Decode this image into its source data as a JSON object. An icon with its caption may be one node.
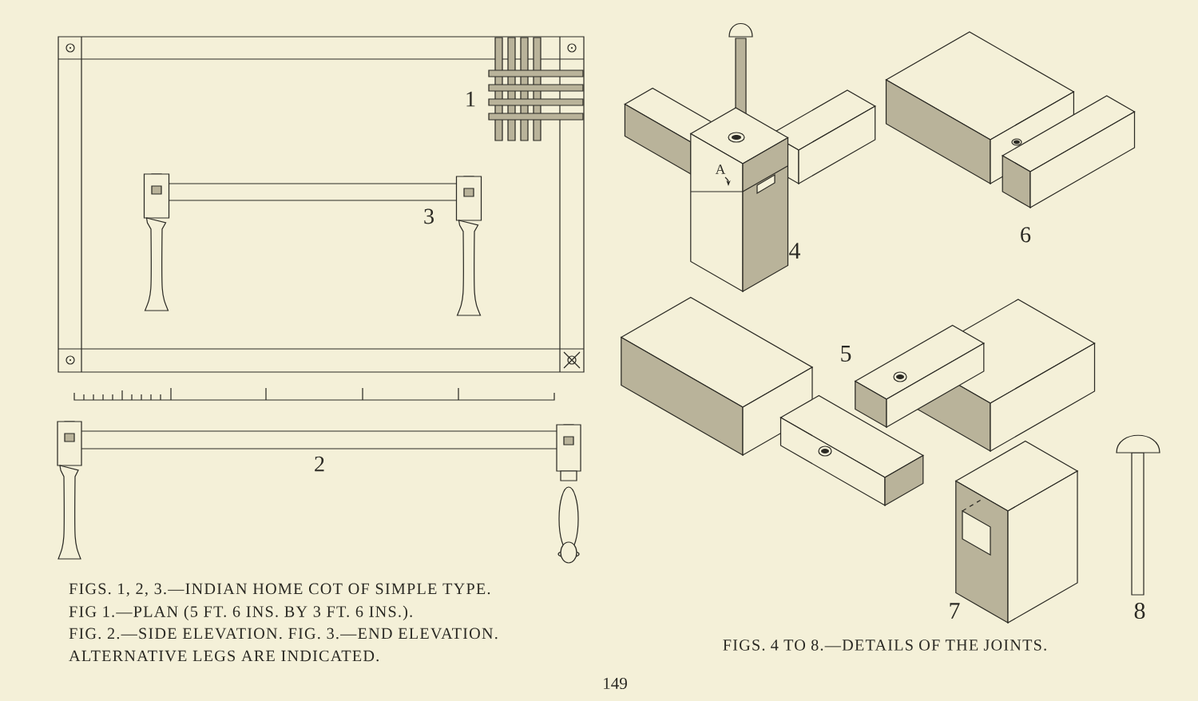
{
  "diagram": {
    "labels": [
      "1",
      "3",
      "2",
      "FIGS. 1, 2, 3.—INDIAN HOME COT OF SIMPLE TYPE.",
      "FIG 1.—PLAN (5 FT. 6 INS. BY 3 FT. 6 INS.).",
      "FIG. 2.—SIDE ELEVATION. FIG. 3.—END ELEVATION. ALTERNATIVE LEGS ARE INDICATED.",
      "A",
      "4",
      "6",
      "5",
      "7",
      "8",
      "FIGS. 4 TO 8.—DETAILS OF THE JOINTS.",
      "149"
    ]
  }
}
